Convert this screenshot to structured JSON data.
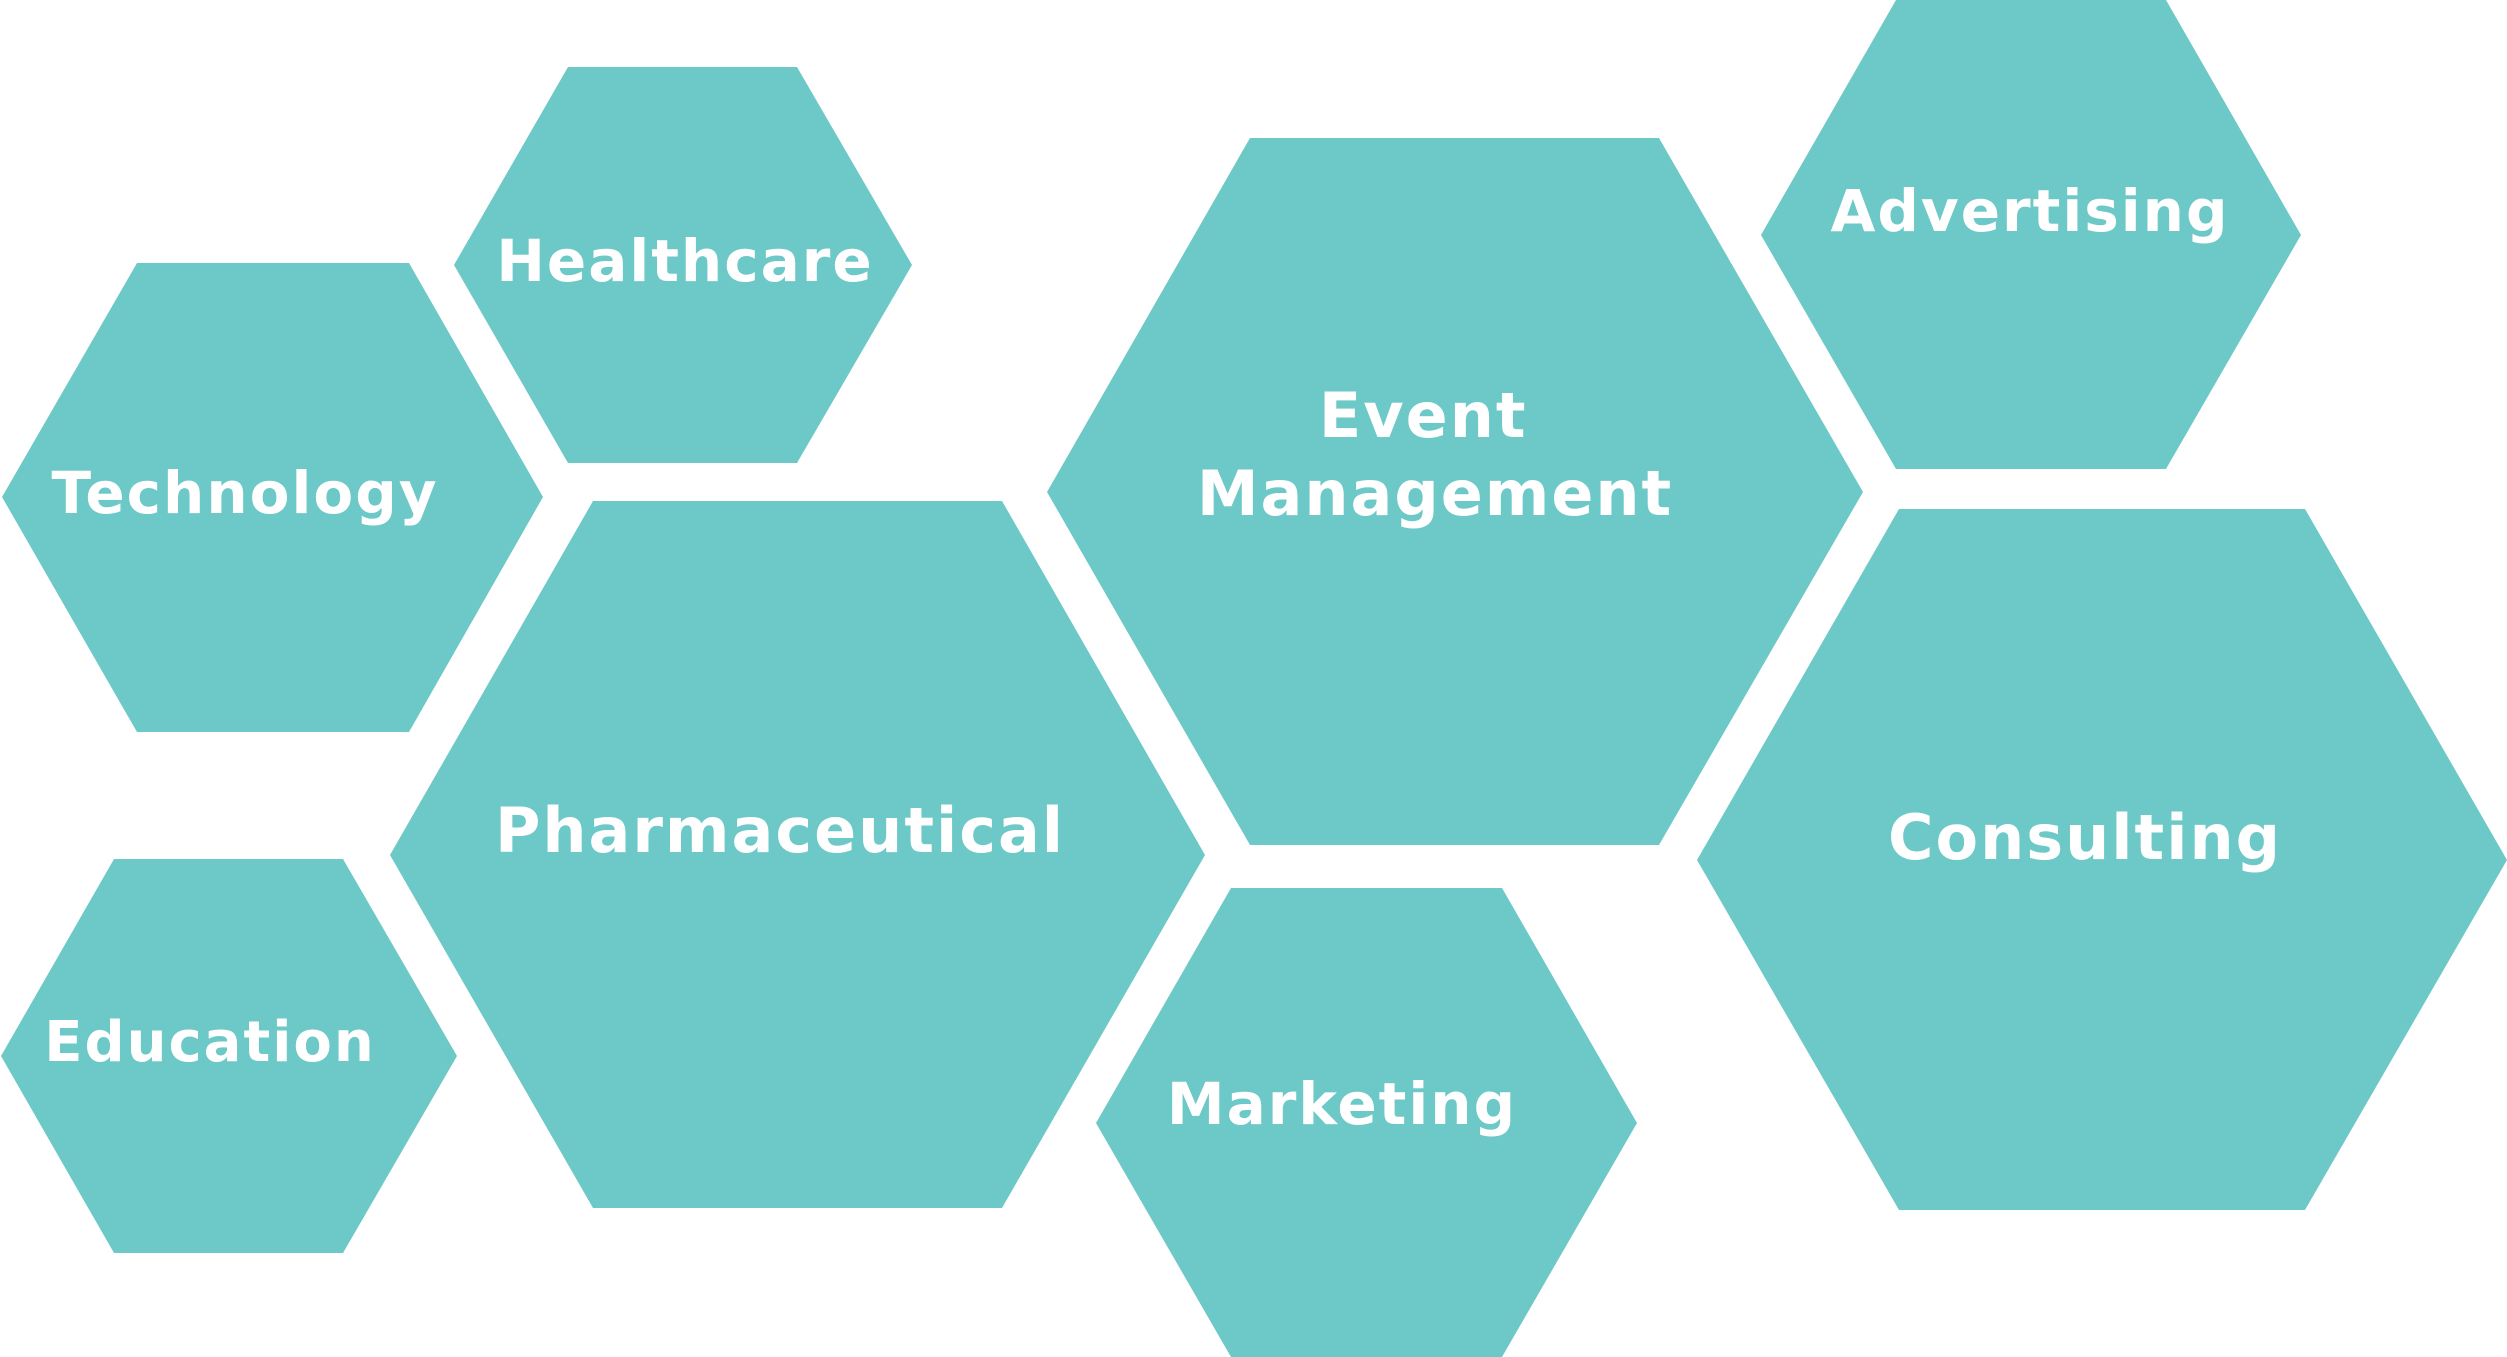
{
  "colors": {
    "hexagon_fill": "#6dc8c8",
    "label_text": "#ffffff",
    "background": "#ffffff"
  },
  "hexagons": [
    {
      "id": "healthcare",
      "label_lines": [
        "Healthcare"
      ]
    },
    {
      "id": "technology",
      "label_lines": [
        "Technology"
      ]
    },
    {
      "id": "pharmaceutical",
      "label_lines": [
        "Pharmaceutical"
      ]
    },
    {
      "id": "education",
      "label_lines": [
        "Education"
      ]
    },
    {
      "id": "event-management",
      "label_lines": [
        "Event",
        "Management"
      ]
    },
    {
      "id": "marketing",
      "label_lines": [
        "Marketing"
      ]
    },
    {
      "id": "advertising",
      "label_lines": [
        "Advertising"
      ]
    },
    {
      "id": "consulting",
      "label_lines": [
        "Consulting"
      ]
    }
  ]
}
